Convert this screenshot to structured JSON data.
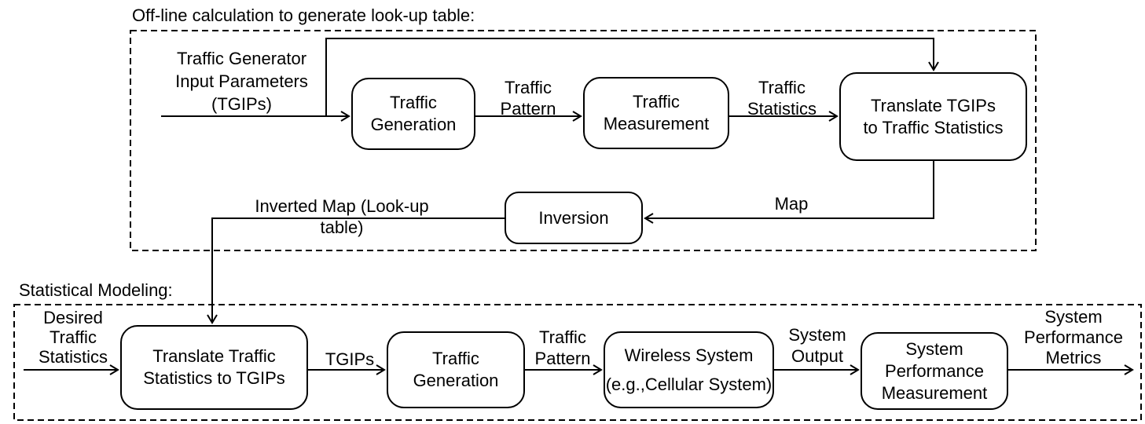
{
  "colors": {
    "background": "#ffffff",
    "stroke": "#000000",
    "text": "#000000"
  },
  "sections": {
    "offline": {
      "title": "Off-line calculation to generate look-up table:"
    },
    "statistical": {
      "title": "Statistical Modeling:"
    }
  },
  "nodes": {
    "traffic_generation_top": {
      "label": "Traffic\nGeneration"
    },
    "traffic_measurement": {
      "label": "Traffic\nMeasurement"
    },
    "translate_tgips_to_stats": {
      "label": "Translate TGIPs\nto Traffic Statistics"
    },
    "inversion": {
      "label": "Inversion"
    },
    "translate_stats_to_tgips": {
      "label": "Translate Traffic\nStatistics to TGIPs"
    },
    "traffic_generation_bottom": {
      "label": "Traffic\nGeneration"
    },
    "wireless_system": {
      "label": "Wireless System\n(e.g.,Cellular System)"
    },
    "system_performance_measurement": {
      "label": "System\nPerformance\nMeasurement"
    }
  },
  "edge_labels": {
    "tgip_input": "Traffic Generator\nInput Parameters\n(TGIPs)",
    "traffic_pattern_top": "Traffic\nPattern",
    "traffic_statistics": "Traffic\nStatistics",
    "map": "Map",
    "inverted_map": "Inverted Map (Look-up table)",
    "desired_traffic_statistics": "Desired\nTraffic\nStatistics",
    "tgips": "TGIPs",
    "traffic_pattern_bottom": "Traffic\nPattern",
    "system_output": "System\nOutput",
    "system_performance_metrics": "System\nPerformance\nMetrics"
  }
}
